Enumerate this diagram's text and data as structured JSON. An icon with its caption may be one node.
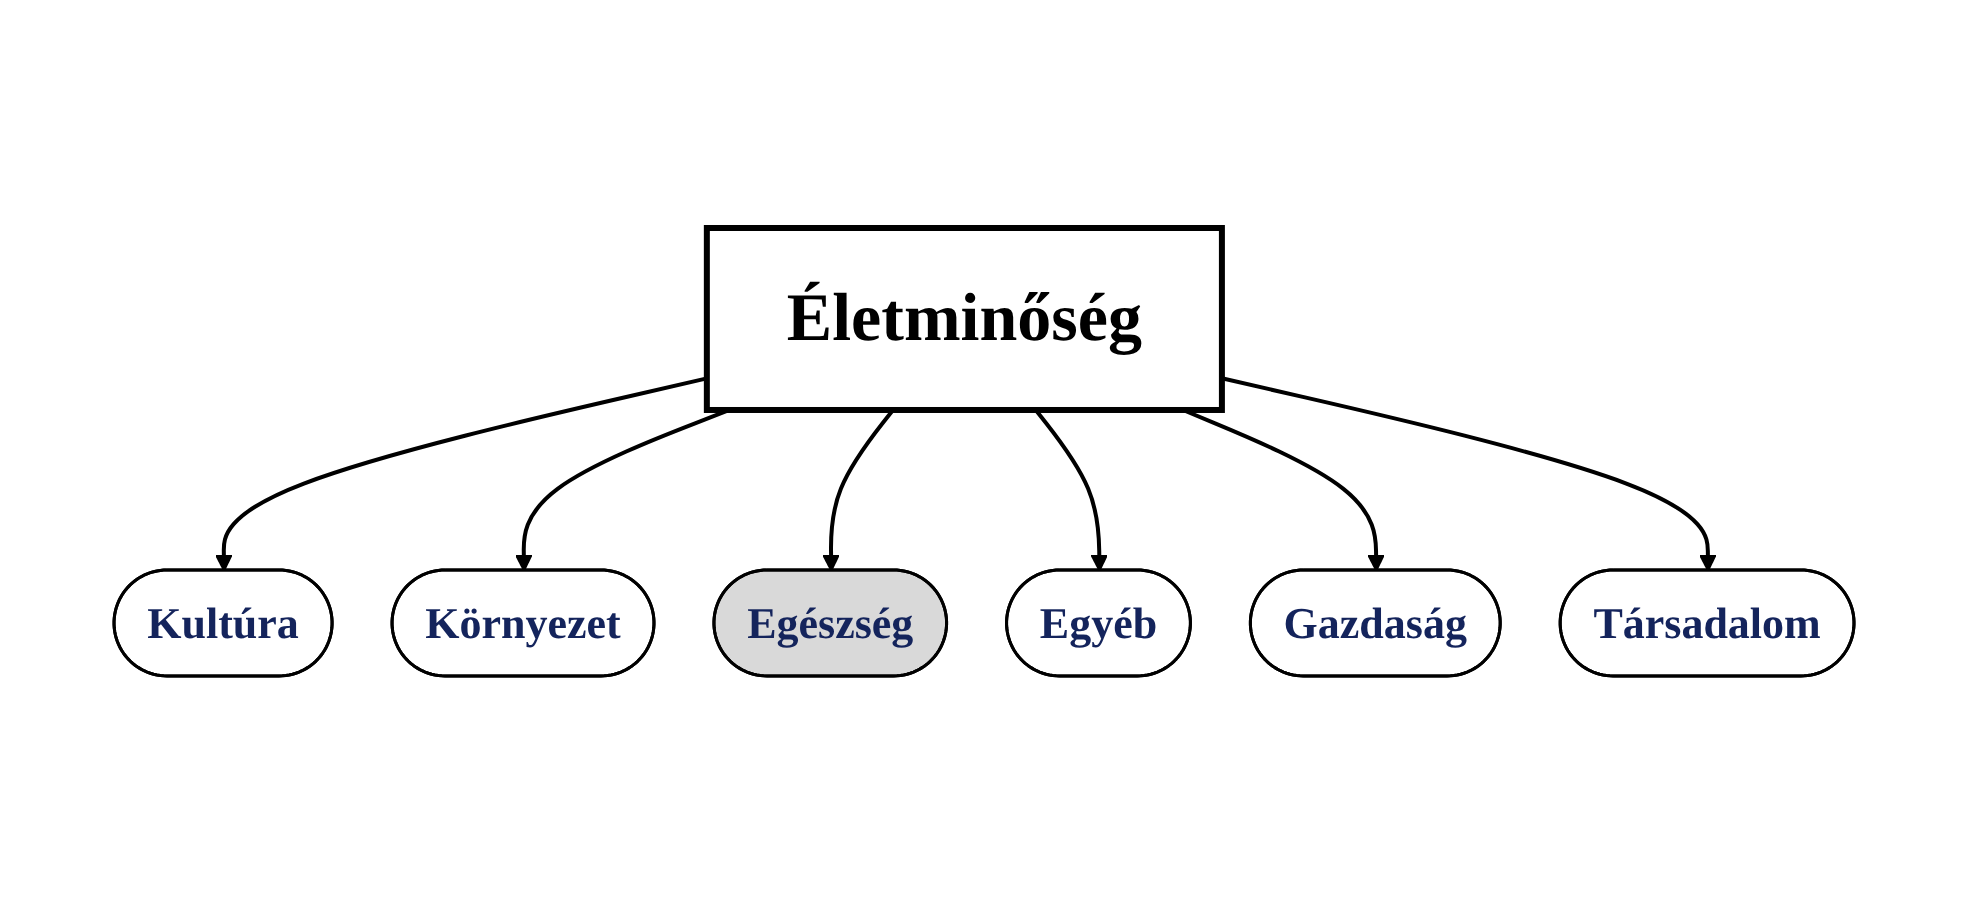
{
  "diagram": {
    "nodes": [
      {
        "text": [
          "Életminőség"
        ]
      },
      {
        "text": [
          "Kultúra"
        ]
      },
      {
        "text": [
          "Környezet"
        ]
      },
      {
        "text": [
          "Egészség"
        ]
      },
      {
        "text": [
          "Egyéb"
        ]
      },
      {
        "text": [
          "Gazdaság"
        ]
      },
      {
        "text": [
          "Társadalom"
        ]
      }
    ],
    "edges": [
      {
        "from": 0,
        "to": 1,
        "arrow": "to"
      },
      {
        "from": 0,
        "to": 2,
        "arrow": "to"
      },
      {
        "from": 0,
        "to": 3,
        "arrow": "to"
      },
      {
        "from": 0,
        "to": 4,
        "arrow": "to"
      },
      {
        "from": 0,
        "to": 5,
        "arrow": "to"
      },
      {
        "from": 0,
        "to": 6,
        "arrow": "to"
      }
    ]
  }
}
